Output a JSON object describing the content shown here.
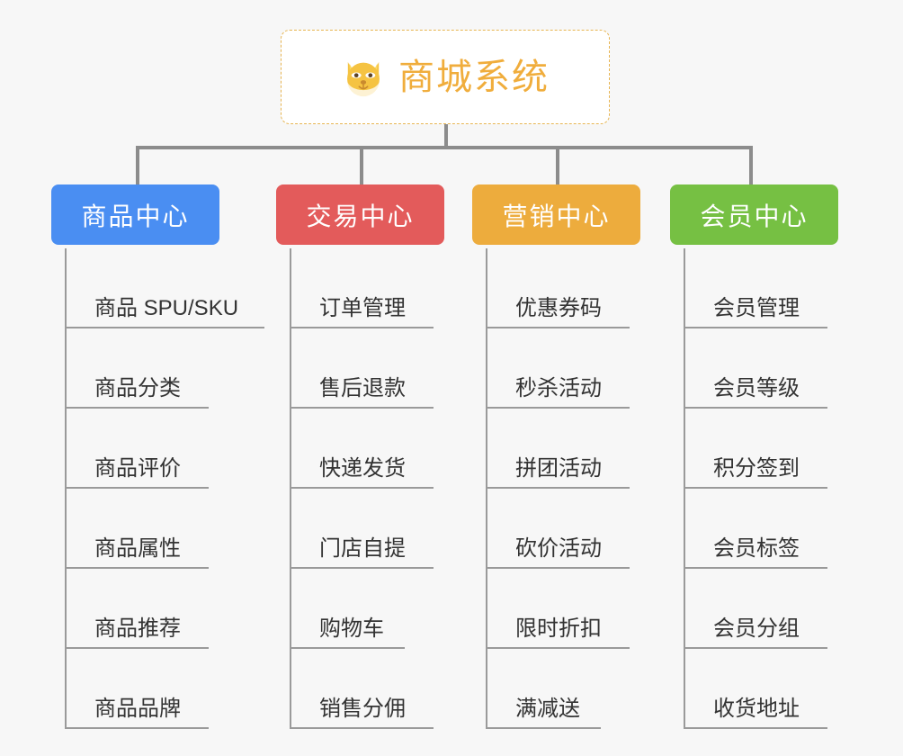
{
  "root": {
    "icon": "shiba-dog-face-emoji",
    "emoji": "🐶",
    "title": "商城系统",
    "border_color": "#e7b552",
    "title_color": "#f0ad3c"
  },
  "connector_color": "#8c8c8c",
  "background_color": "#f7f7f7",
  "columns": [
    {
      "title": "商品中心",
      "color": "#4a8ef2",
      "items": [
        "商品 SPU/SKU",
        "商品分类",
        "商品评价",
        "商品属性",
        "商品推荐",
        "商品品牌"
      ]
    },
    {
      "title": "交易中心",
      "color": "#e35b5b",
      "items": [
        "订单管理",
        "售后退款",
        "快递发货",
        "门店自提",
        "购物车",
        "销售分佣"
      ]
    },
    {
      "title": "营销中心",
      "color": "#edac3d",
      "items": [
        "优惠券码",
        "秒杀活动",
        "拼团活动",
        "砍价活动",
        "限时折扣",
        "满减送"
      ]
    },
    {
      "title": "会员中心",
      "color": "#76c043",
      "items": [
        "会员管理",
        "会员等级",
        "积分签到",
        "会员标签",
        "会员分组",
        "收货地址"
      ]
    }
  ]
}
